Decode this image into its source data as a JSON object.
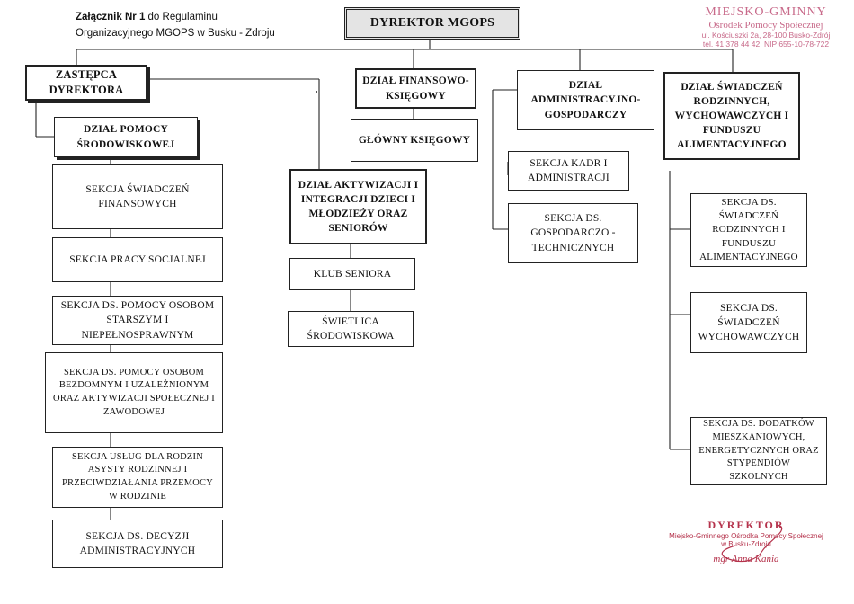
{
  "attachment": {
    "line1_bold": "Załącznik Nr 1",
    "line1_rest": " do Regulaminu",
    "line2": "Organizacyjnego MGOPS w Busku - Zdroju"
  },
  "stamp": {
    "line1": "MIEJSKO-GMINNY",
    "line2": "Ośrodek Pomocy Społecznej",
    "line3": "ul. Kościuszki 2a, 28-100 Busko-Zdrój",
    "line4": "tel. 41 378 44 42, NIP 655-10-78-722"
  },
  "director": "DYREKTOR MGOPS",
  "deputy": "ZASTĘPCA DYREKTORA",
  "dept_social": "DZIAŁ POMOCY ŚRODOWISKOWEJ",
  "social_sections": [
    "SEKCJA ŚWIADCZEŃ FINANSOWYCH",
    "SEKCJA PRACY SOCJALNEJ",
    "SEKCJA DS. POMOCY OSOBOM STARSZYM I NIEPEŁNOSPRAWNYM",
    "SEKCJA DS. POMOCY OSOBOM BEZDOMNYM I UZALEŻNIONYM ORAZ AKTYWIZACJI SPOŁECZNEJ I ZAWODOWEJ",
    "SEKCJA USŁUG DLA RODZIN ASYSTY RODZINNEJ I PRZECIWDZIAŁANIA PRZEMOCY W RODZINIE",
    "SEKCJA DS. DECYZJI ADMINISTRACYJNYCH"
  ],
  "dept_activation": "DZIAŁ AKTYWIZACJI I INTEGRACJI DZIECI I MŁODZIEŻY ORAZ SENIORÓW",
  "activation_units": [
    "KLUB SENIORA",
    "ŚWIETLICA ŚRODOWISKOWA"
  ],
  "dept_finance": "DZIAŁ FINANSOWO-KSIĘGOWY",
  "chief_accountant": "GŁÓWNY KSIĘGOWY",
  "dept_admin": "DZIAŁ ADMINISTRACYJNO-GOSPODARCZY",
  "admin_sections": [
    "SEKCJA KADR I ADMINISTRACJI",
    "SEKCJA DS. GOSPODARCZO - TECHNICZNYCH"
  ],
  "dept_benefits": "DZIAŁ ŚWIADCZEŃ RODZINNYCH, WYCHOWAWCZYCH I FUNDUSZU ALIMENTACYJNEGO",
  "benefits_sections": [
    "SEKCJA DS. ŚWIADCZEŃ RODZINNYCH I FUNDUSZU ALIMENTACYJNEGO",
    "SEKCJA DS. ŚWIADCZEŃ WYCHOWAWCZYCH",
    "SEKCJA DS. DODATKÓW MIESZKANIOWYCH, ENERGETYCZNYCH ORAZ STYPENDIÓW SZKOLNYCH"
  ],
  "signature": {
    "title": "DYREKTOR",
    "line1": "Miejsko-Gminnego Ośrodka Pomocy Społecznej",
    "line2": "w Busku-Zdroju",
    "name": "mgr Anna Kania"
  },
  "colors": {
    "stamp": "#c86a8a",
    "signature": "#b5334c",
    "director_fill": "#e4e4e4"
  }
}
